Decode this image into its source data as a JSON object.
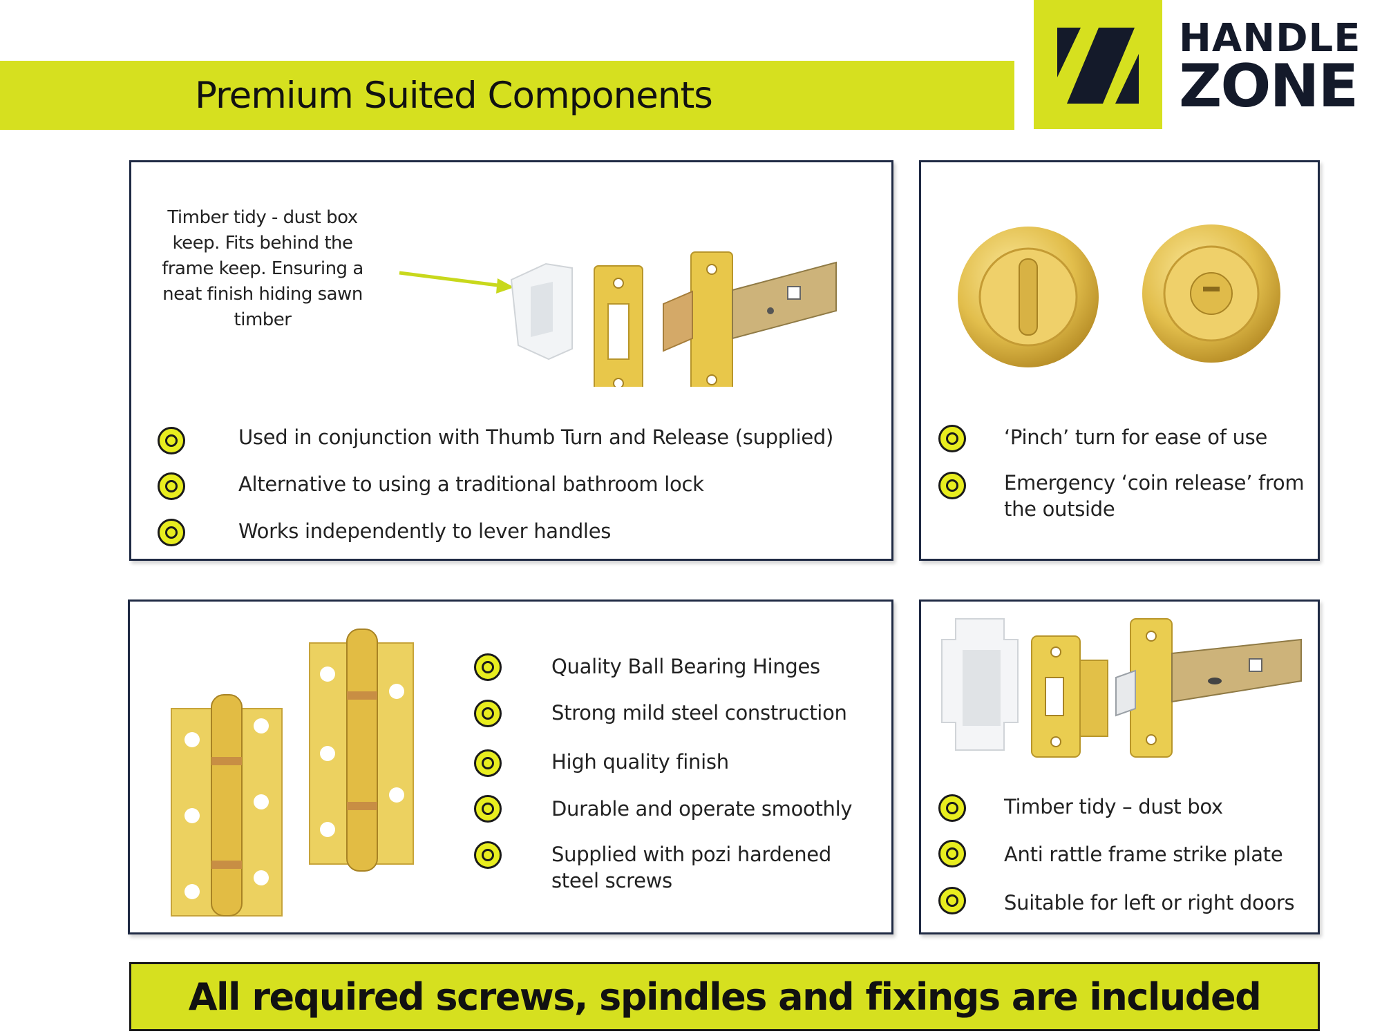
{
  "header": {
    "title": "Premium Suited Components"
  },
  "brand": {
    "line1": "HANDLE",
    "line2": "ZONE",
    "logo_icon": "z-slash-logo-icon",
    "accent_color": "#d6e01f",
    "dark_color": "#141a2a"
  },
  "latch_panel": {
    "note": "Timber tidy - dust box keep. Fits behind the frame keep. Ensuring a neat finish hiding sawn timber",
    "bullets": [
      "Used in conjunction with Thumb Turn and Release (supplied)",
      "Alternative to using a traditional bathroom lock",
      "Works independently to lever handles"
    ]
  },
  "thumbturn_panel": {
    "bullets": [
      "‘Pinch’ turn for ease of use",
      "Emergency ‘coin release’ from the outside"
    ]
  },
  "hinges_panel": {
    "bullets": [
      "Quality Ball Bearing Hinges",
      "Strong mild steel construction",
      "High quality finish",
      "Durable and operate smoothly",
      "Supplied with pozi hardened steel screws"
    ]
  },
  "tubular_panel": {
    "bullets": [
      "Timber tidy – dust box",
      "Anti rattle frame strike plate",
      "Suitable for left or right doors"
    ]
  },
  "footer": {
    "text": "All required screws, spindles and fixings are included"
  }
}
